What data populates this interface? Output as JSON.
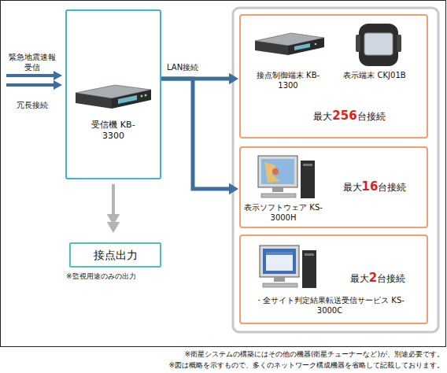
{
  "diagram": {
    "nodes": [
      {
        "text": [
          "受信機 KB-3300"
        ]
      },
      {
        "text": [
          "接点出力"
        ]
      },
      {
        "text": [
          "接点制御端末 KB-1300",
          "表示端末 CKJ01B",
          "最大256台接続"
        ]
      },
      {
        "text": [
          "表示ソフトウェア KS-3000H",
          "最大16台接続"
        ]
      },
      {
        "text": [
          "・全サイト判定結果転送受信サービス KS-3000C",
          "最大2台接続"
        ]
      }
    ],
    "edges": [
      {
        "from": 0,
        "to": 1,
        "arrow": "to"
      },
      {
        "from": 0,
        "to": 2,
        "arrow": "to"
      },
      {
        "from": 0,
        "to": 3,
        "arrow": "to"
      },
      {
        "from": 0,
        "to": 4,
        "arrow": "to"
      }
    ],
    "labels": [
      "緊急地震速報 受信",
      "冗長接続",
      "LAN接続",
      "※監視用途のみの出力",
      "※衛星システムの構築にはその他の機器(衛星チューナーなど)が、別途必要です。",
      "※図は概略を示すもので、多くのネットワーク構成機器を省略して記載しております。"
    ]
  }
}
